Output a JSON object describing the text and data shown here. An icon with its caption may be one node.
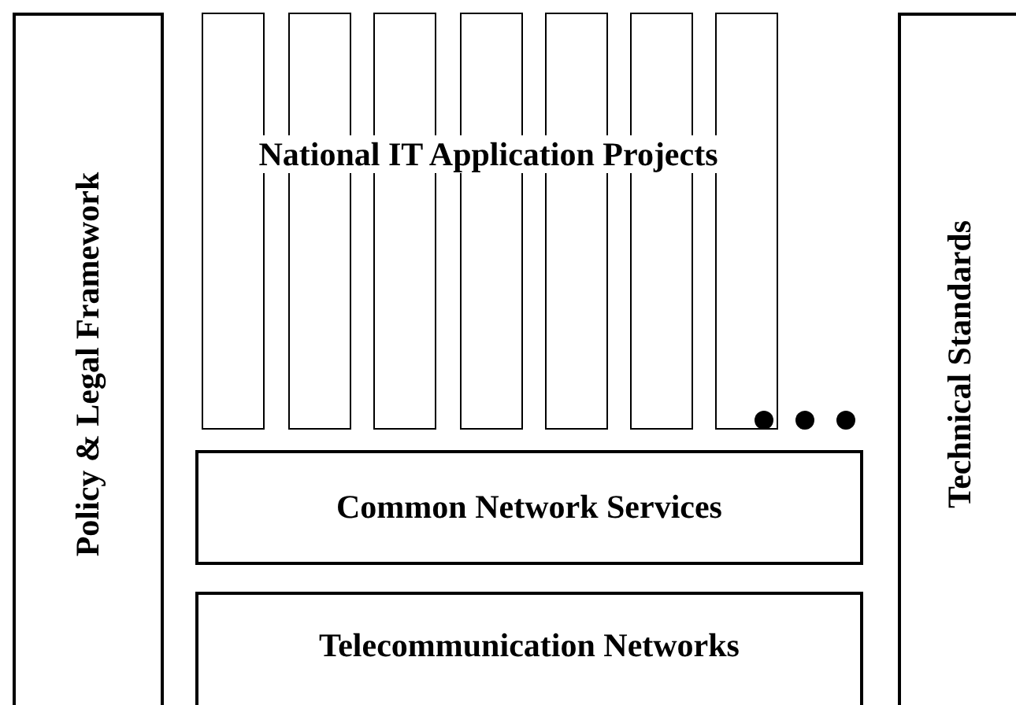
{
  "diagram": {
    "nodes": [
      {
        "text": [
          "Policy & Legal Framework"
        ]
      },
      {
        "text": [],
        "shape": "bar"
      },
      {
        "text": [],
        "shape": "bar"
      },
      {
        "text": [],
        "shape": "bar"
      },
      {
        "text": [],
        "shape": "bar"
      },
      {
        "text": [],
        "shape": "bar"
      },
      {
        "text": [],
        "shape": "bar"
      },
      {
        "text": [],
        "shape": "bar"
      },
      {
        "text": [
          "Common Network Services"
        ]
      },
      {
        "text": [
          "Telecommunication Networks"
        ]
      },
      {
        "text": [
          "Technical Standards"
        ]
      }
    ],
    "edges": [],
    "labels": [
      "National IT Application Projects"
    ]
  }
}
